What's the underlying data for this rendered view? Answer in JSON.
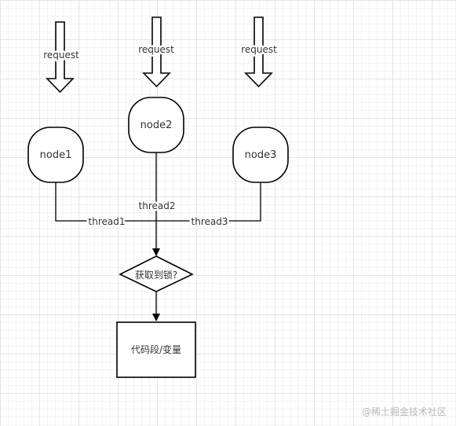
{
  "requests": [
    "request",
    "request",
    "request"
  ],
  "nodes": [
    "node1",
    "node2",
    "node3"
  ],
  "threads": [
    "thread1",
    "thread2",
    "thread3"
  ],
  "decision": "获取到锁?",
  "process": "代码段/变量",
  "watermark": "@稀土掘金技术社区"
}
